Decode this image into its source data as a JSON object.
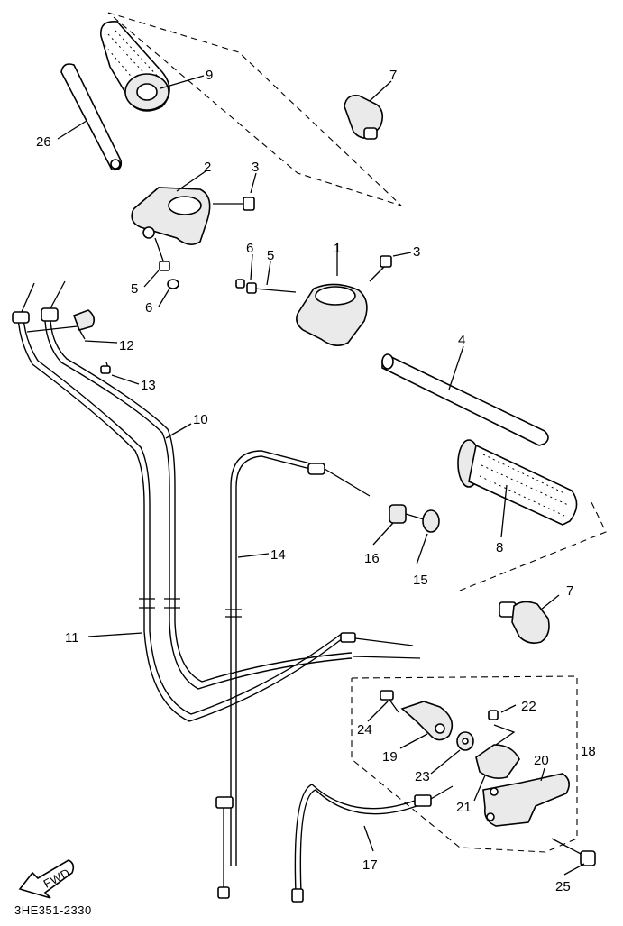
{
  "diagram": {
    "code": "3HE351-2330",
    "fwd_label": "FWD",
    "callouts": {
      "c1": "1",
      "c2": "2",
      "c3a": "3",
      "c3b": "3",
      "c4": "4",
      "c5a": "5",
      "c5b": "5",
      "c6a": "6",
      "c6b": "6",
      "c7a": "7",
      "c7b": "7",
      "c8": "8",
      "c9": "9",
      "c10": "10",
      "c11": "11",
      "c12": "12",
      "c13": "13",
      "c14": "14",
      "c15": "15",
      "c16": "16",
      "c17": "17",
      "c18": "18",
      "c19": "19",
      "c20": "20",
      "c21": "21",
      "c22": "22",
      "c23": "23",
      "c24": "24",
      "c25": "25",
      "c26": "26"
    }
  }
}
